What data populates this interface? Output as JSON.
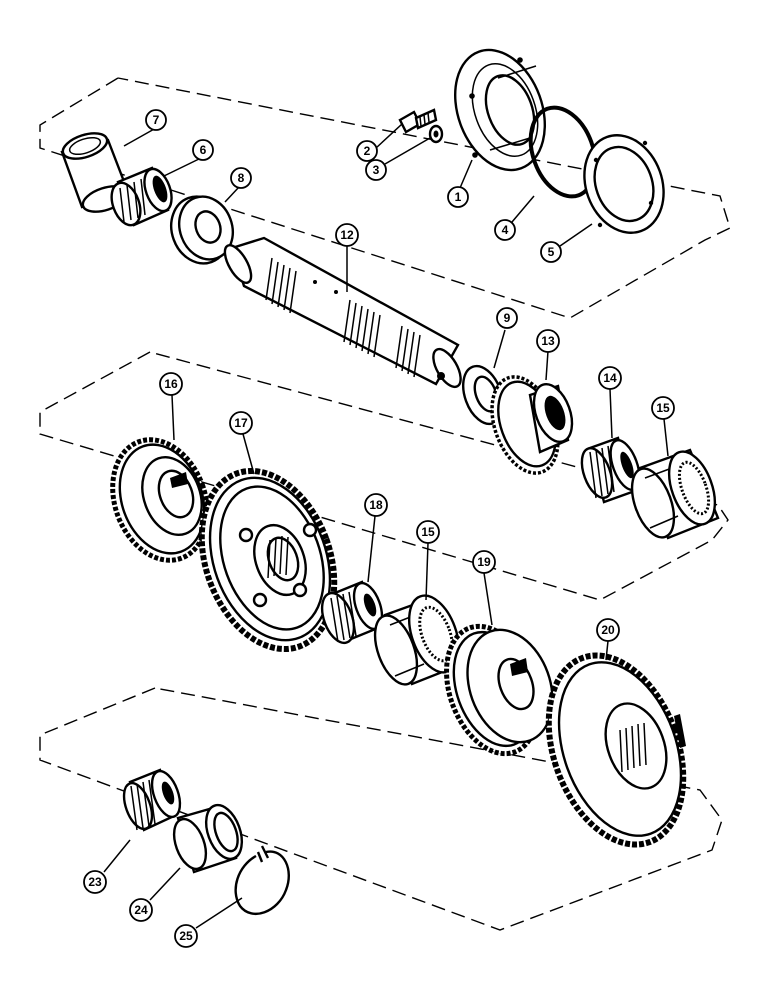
{
  "callouts": {
    "c1": "1",
    "c2": "2",
    "c3": "3",
    "c4": "4",
    "c5": "5",
    "c6": "6",
    "c7": "7",
    "c8": "8",
    "c9": "9",
    "c12": "12",
    "c13": "13",
    "c14": "14",
    "c15a": "15",
    "c15b": "15",
    "c16": "16",
    "c17": "17",
    "c18": "18",
    "c19": "19",
    "c20": "20",
    "c23": "23",
    "c24": "24",
    "c25": "25"
  }
}
